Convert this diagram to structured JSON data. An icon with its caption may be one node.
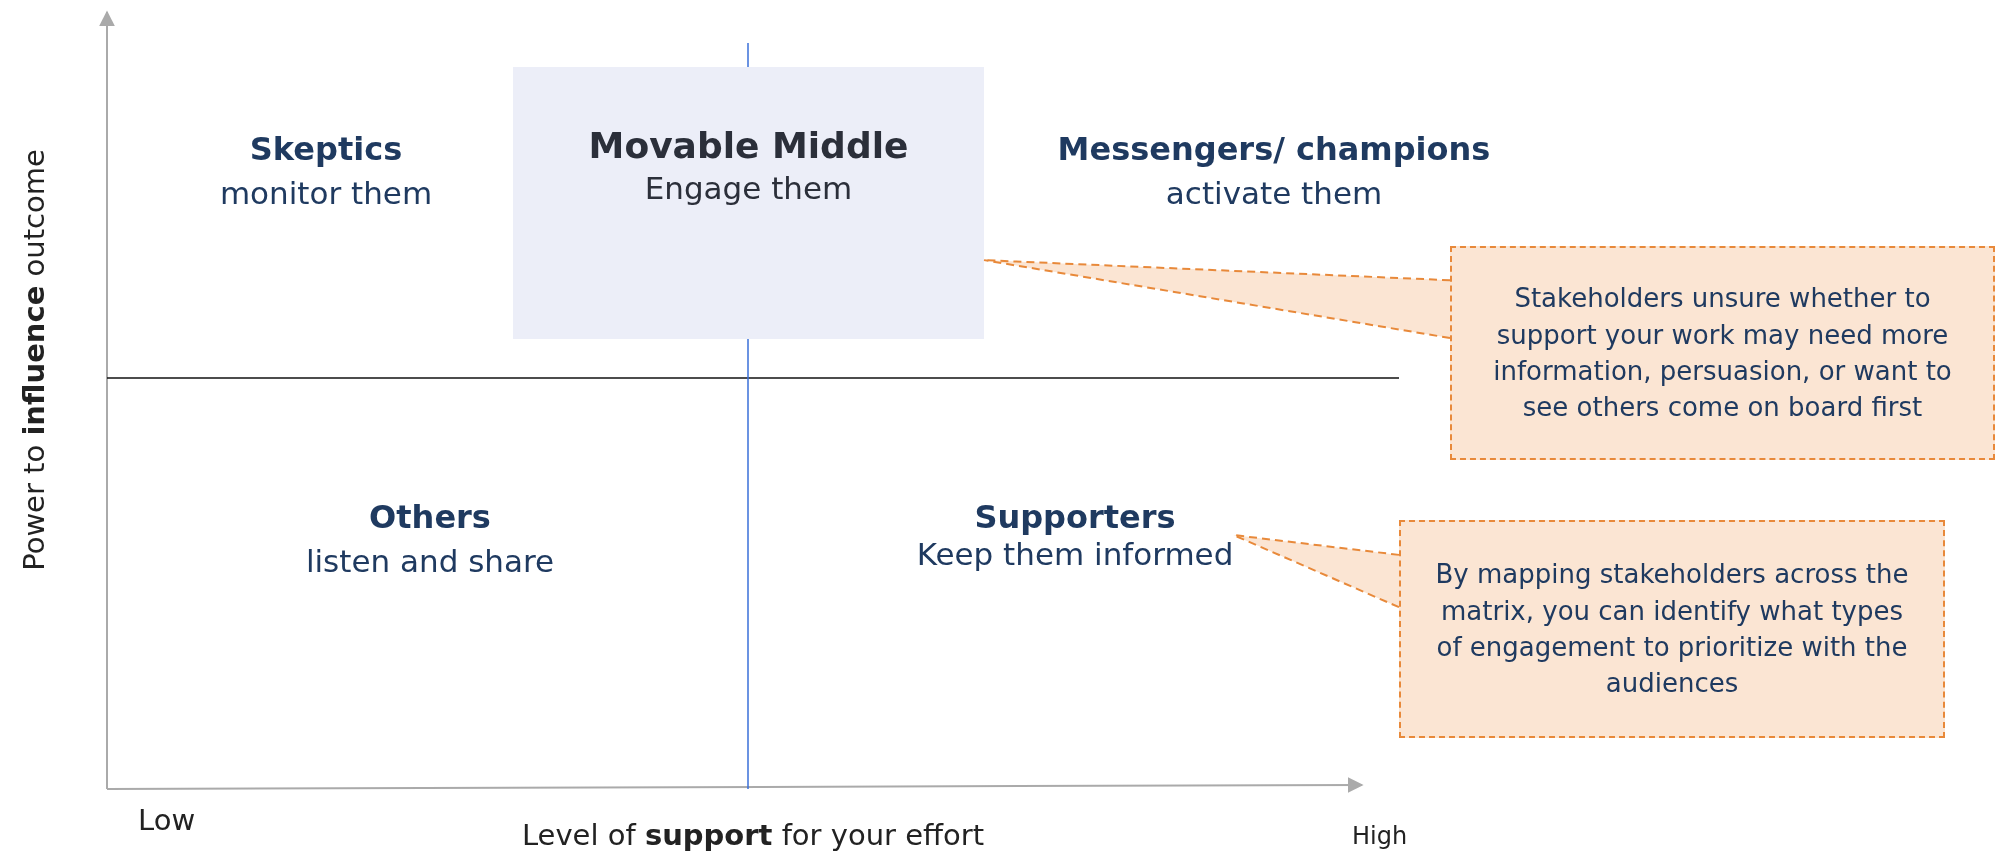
{
  "diagram": {
    "nodes": [
      {
        "text": [
          "Movable Middle",
          "Engage them"
        ]
      },
      {
        "text": [
          "Stakeholders unsure whether to support your work may need more information, persuasion, or want to see others come on board first"
        ]
      },
      {
        "text": [
          "Supporters",
          "Keep them informed"
        ]
      },
      {
        "text": [
          "By mapping stakeholders across the matrix, you can identify what types of engagement to prioritize with the audiences"
        ]
      }
    ],
    "edges": [
      {
        "from": 1,
        "to": 0,
        "arrow": "none",
        "style": "dashed"
      },
      {
        "from": 3,
        "to": 2,
        "arrow": "none",
        "style": "dashed"
      }
    ],
    "labels": [
      "Skeptics",
      "monitor them",
      "Messengers/ champions",
      "activate them",
      "Others",
      "listen and share",
      "Power to **influence** outcome",
      "Low",
      "Level of **support** for your effort",
      "High"
    ]
  }
}
